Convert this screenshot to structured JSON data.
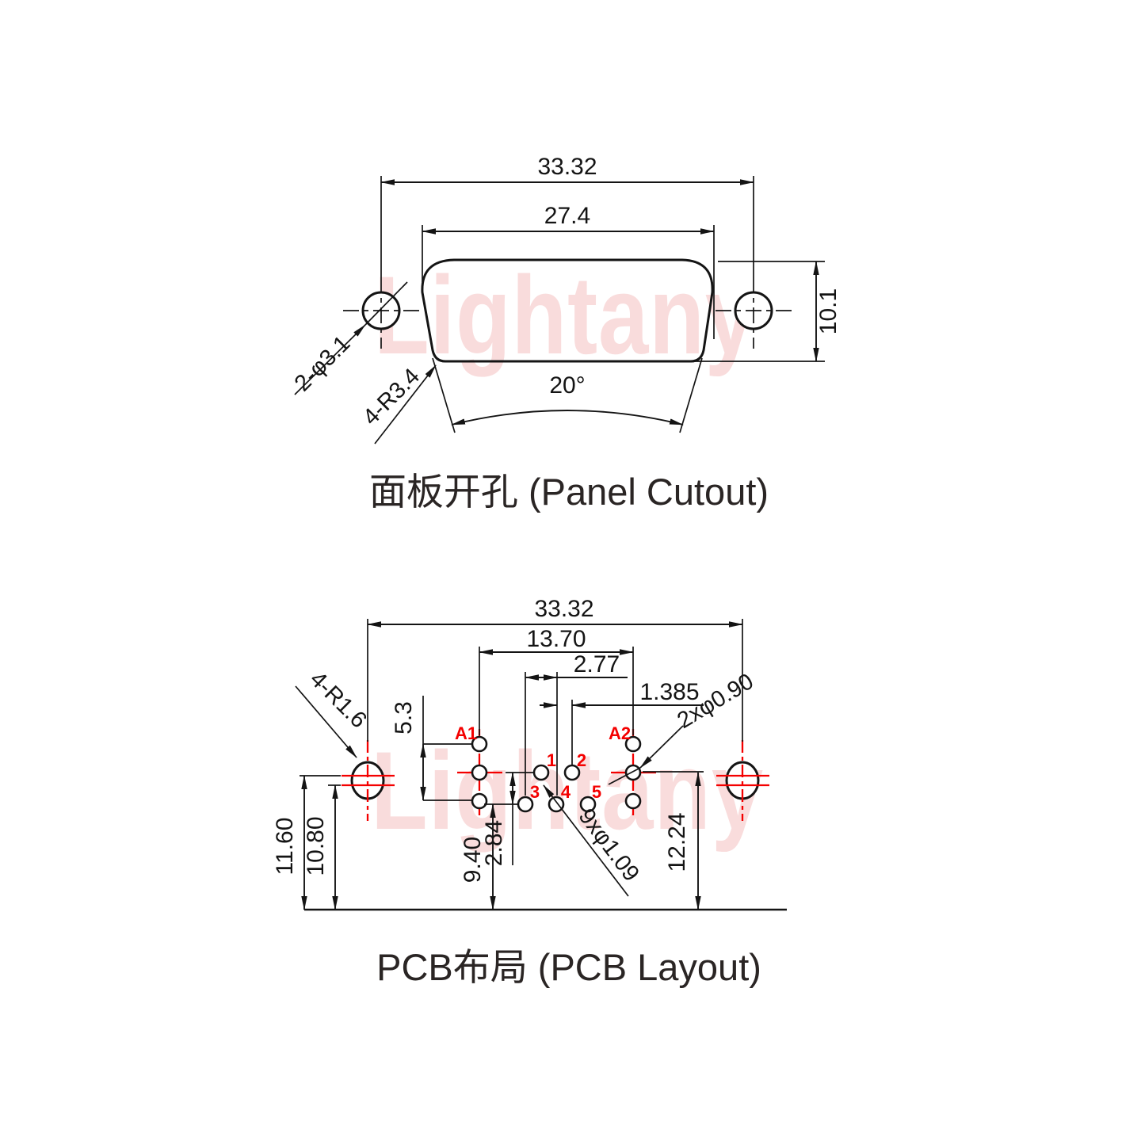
{
  "watermark": "Lightany",
  "panel_cutout": {
    "title": "面板开孔 (Panel Cutout)",
    "dim_outer_width": "33.32",
    "dim_inner_width": "27.4",
    "dim_height": "10.1",
    "dim_angle": "20°",
    "label_side_holes": "2-φ3.1",
    "label_corner_radius": "4-R3.4"
  },
  "pcb_layout": {
    "title": "PCB布局 (PCB Layout)",
    "dim_mount_span": "33.32",
    "dim_coax_span": "13.70",
    "dim_pin_pitch": "2.77",
    "dim_row_offset": "1.385",
    "dim_coax_column": "5.3",
    "label_coax_holes": "2xφ0.90",
    "label_corner_radius": "4-R1.6",
    "dim_mount_top": "11.60",
    "dim_mount_bottom": "10.80",
    "dim_row1_height": "9.40",
    "dim_row_gap": "2.84",
    "dim_right_height": "12.24",
    "label_signal_holes": "9xφ1.09",
    "pins": {
      "a1": "A1",
      "a2": "A2",
      "p1": "1",
      "p2": "2",
      "p3": "3",
      "p4": "4",
      "p5": "5"
    }
  }
}
